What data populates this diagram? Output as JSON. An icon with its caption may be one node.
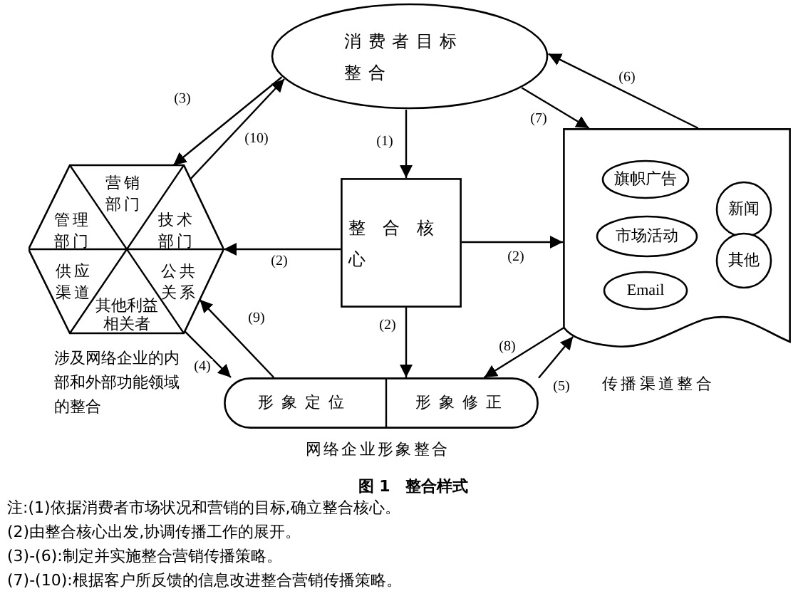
{
  "diagram": {
    "caption": "图 1　整合样式",
    "nodes": [
      {
        "text": [
          "消费者目标整合"
        ]
      },
      {
        "text": [],
        "shape": "hexagon"
      },
      {
        "text": [
          "营销部门"
        ],
        "in": 1
      },
      {
        "text": [
          "管理部门"
        ],
        "in": 1
      },
      {
        "text": [
          "技术部门"
        ],
        "in": 1
      },
      {
        "text": [
          "供应渠道"
        ],
        "in": 1
      },
      {
        "text": [
          "公共关系"
        ],
        "in": 1
      },
      {
        "text": [
          "其他利益相关者"
        ],
        "in": 1
      },
      {
        "text": [
          "整合核心"
        ]
      },
      {
        "text": [],
        "shape": "document",
        "beside": [
          "传播渠道整合"
        ]
      },
      {
        "text": [
          "旗帜广告"
        ],
        "in": 9
      },
      {
        "text": [
          "市场活动"
        ],
        "in": 9
      },
      {
        "text": [
          "Email"
        ],
        "in": 9
      },
      {
        "text": [
          "新闻"
        ],
        "in": 9
      },
      {
        "text": [
          "其他"
        ],
        "in": 9
      },
      {
        "text": [],
        "shape": "box",
        "beside": [
          "网络企业形象整合"
        ]
      },
      {
        "text": [
          "形象定位"
        ],
        "in": 15
      },
      {
        "text": [
          "形象修正"
        ],
        "in": 15
      }
    ],
    "edges": [
      {
        "from": 0,
        "to": 8,
        "arrow": "to",
        "label": "(1)"
      },
      {
        "from": 8,
        "to": 1,
        "arrow": "to",
        "label": "(2)"
      },
      {
        "from": 8,
        "to": 9,
        "arrow": "to",
        "label": "(2)"
      },
      {
        "from": 8,
        "to": 15,
        "arrow": "to",
        "label": "(2)"
      },
      {
        "from": 0,
        "to": 1,
        "arrow": "to",
        "label": "(3)"
      },
      {
        "from": 1,
        "to": 0,
        "arrow": "to",
        "label": "(10)"
      },
      {
        "from": 1,
        "to": 16,
        "arrow": "to",
        "label": "(4)"
      },
      {
        "from": 16,
        "to": 1,
        "arrow": "to",
        "label": "(9)"
      },
      {
        "from": 17,
        "to": 9,
        "arrow": "to",
        "label": "(5)"
      },
      {
        "from": 9,
        "to": 17,
        "arrow": "to",
        "label": "(8)"
      },
      {
        "from": 9,
        "to": 0,
        "arrow": "to",
        "label": "(6)"
      },
      {
        "from": 0,
        "to": 9,
        "arrow": "to",
        "label": "(7)"
      }
    ],
    "labels": [
      "涉及网络企业的内部和外部功能领域的整合",
      "注:(1)依据消费者市场状况和营销的目标,确立整合核心。",
      "(2)由整合核心出发,协调传播工作的展开。",
      "(3)-(6):制定并实施整合营销传播策略。",
      "(7)-(10):根据客户所反馈的信息改进整合营销传播策略。"
    ]
  }
}
